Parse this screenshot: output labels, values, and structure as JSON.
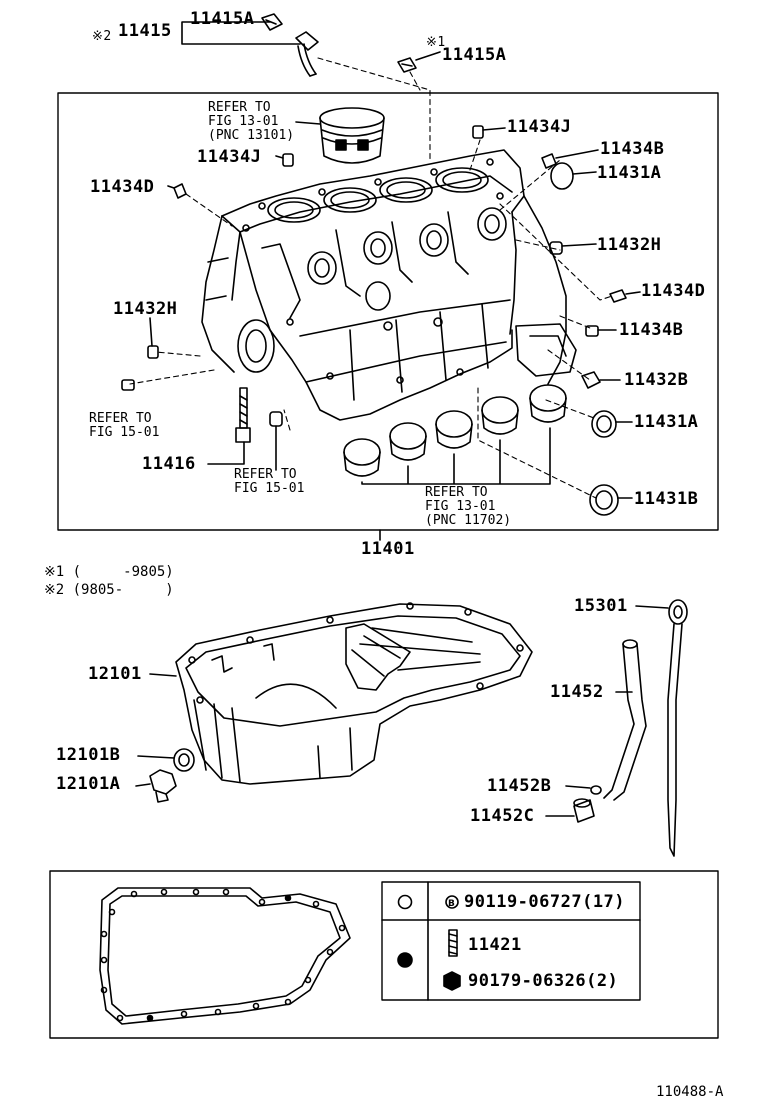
{
  "labels": {
    "p11415_mark": "※2",
    "p11415": "11415",
    "p11415A_top": "11415A",
    "p11415A_right_mark": "※1",
    "p11415A_right": "11415A",
    "p11434J_right": "11434J",
    "p11434J_left": "11434J",
    "p11434B_top": "11434B",
    "p11431A_top": "11431A",
    "p11434D_left": "11434D",
    "p11432H_right": "11432H",
    "p11434D_right": "11434D",
    "p11432H_left": "11432H",
    "p11434B_right": "11434B",
    "p11432B": "11432B",
    "p11431A_right": "11431A",
    "p11416": "11416",
    "p11431B": "11431B",
    "p11401": "11401",
    "p15301": "15301",
    "p12101": "12101",
    "p11452": "11452",
    "p12101B": "12101B",
    "p12101A": "12101A",
    "p11452B": "11452B",
    "p11452C": "11452C",
    "p90119": "90119-06727(17)",
    "p11421": "11421",
    "p90179": "90179-06326(2)"
  },
  "refs": {
    "piston": "REFER TO\nFIG 13-01\n(PNC 13101)",
    "left_mid": "REFER TO\nFIG 15-01",
    "bottom_mid": "REFER TO\nFIG 15-01",
    "bearings": "REFER TO\nFIG 13-01\n(PNC 11702)"
  },
  "notes": {
    "n1": "※1 (     -9805)",
    "n2": "※2 (9805-     )"
  },
  "figure_number": "110488-A"
}
